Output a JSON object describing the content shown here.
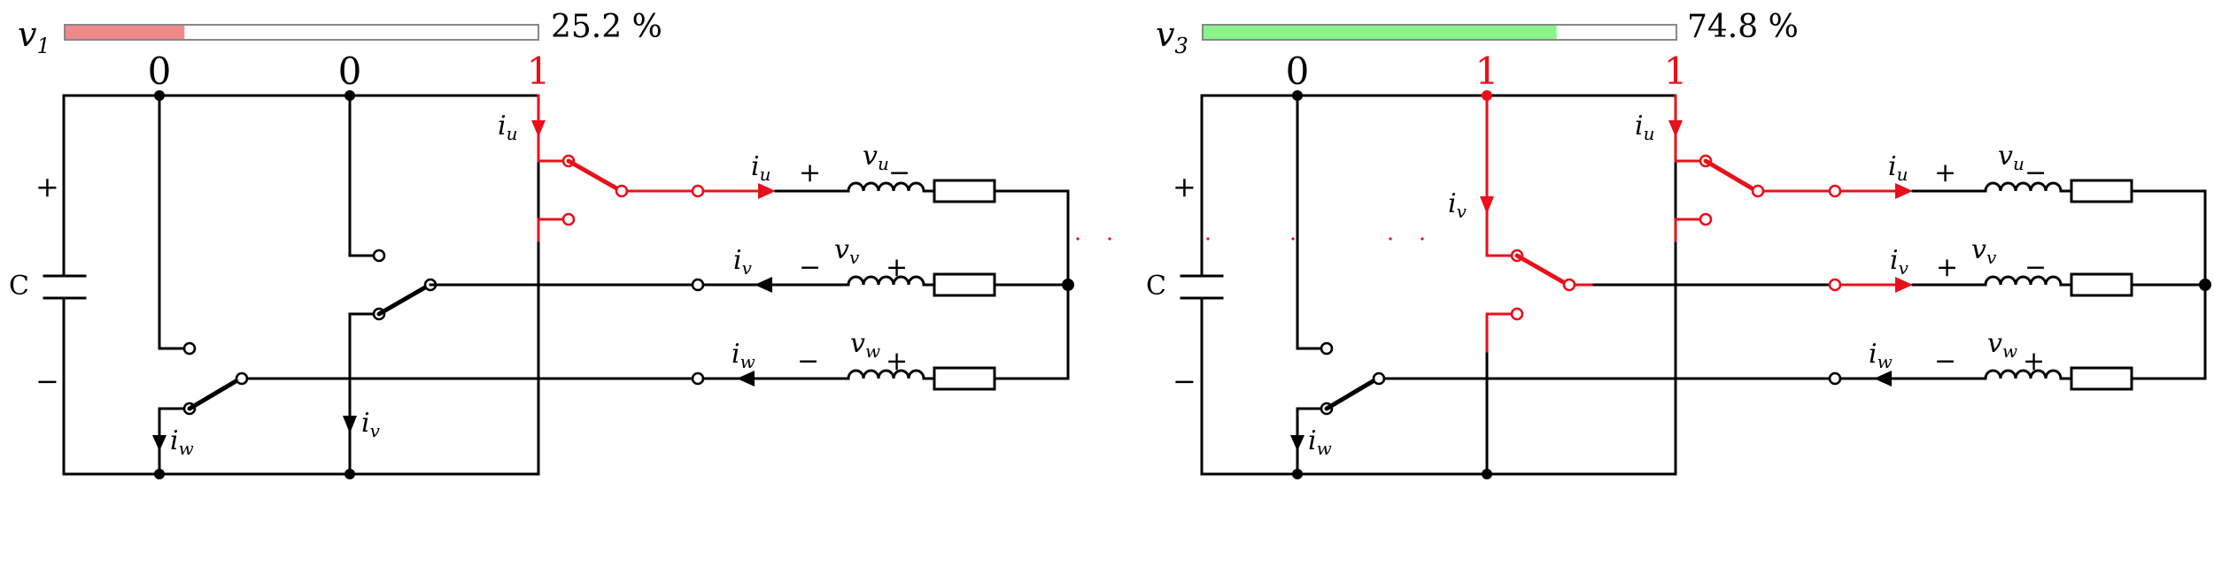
{
  "panels": [
    {
      "voltage_label": "v",
      "voltage_sub": "1",
      "duty_percent": 25.2,
      "duty_text": "25.2 %",
      "bar_color": "#f08a8a",
      "leg_states": [
        "0",
        "0",
        "1"
      ],
      "leg_state_colors": [
        "#000000",
        "#000000",
        "#e8101a"
      ],
      "cap_label": "C",
      "plus": "+",
      "minus": "−",
      "phases": [
        {
          "cur": "i",
          "sub": "u",
          "volt": "v",
          "vsub": "u",
          "left_sign": "+",
          "right_sign": "−"
        },
        {
          "cur": "i",
          "sub": "v",
          "volt": "v",
          "vsub": "v",
          "left_sign": "−",
          "right_sign": "+"
        },
        {
          "cur": "i",
          "sub": "w",
          "volt": "v",
          "vsub": "w",
          "left_sign": "−",
          "right_sign": "+"
        }
      ]
    },
    {
      "voltage_label": "v",
      "voltage_sub": "3",
      "duty_percent": 74.8,
      "duty_text": "74.8 %",
      "bar_color": "#8af58a",
      "leg_states": [
        "0",
        "1",
        "1"
      ],
      "leg_state_colors": [
        "#000000",
        "#e8101a",
        "#e8101a"
      ],
      "cap_label": "C",
      "plus": "+",
      "minus": "−",
      "phases": [
        {
          "cur": "i",
          "sub": "u",
          "volt": "v",
          "vsub": "u",
          "left_sign": "+",
          "right_sign": "−"
        },
        {
          "cur": "i",
          "sub": "v",
          "volt": "v",
          "vsub": "v",
          "left_sign": "+",
          "right_sign": "−"
        },
        {
          "cur": "i",
          "sub": "w",
          "volt": "v",
          "vsub": "w",
          "left_sign": "−",
          "right_sign": "+"
        }
      ]
    }
  ]
}
